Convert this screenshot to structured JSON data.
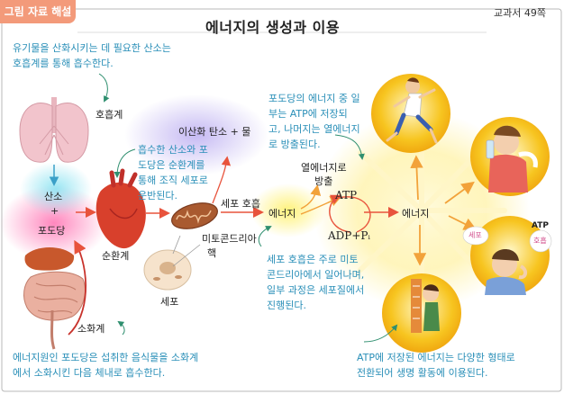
{
  "header": {
    "badge": "그림 자료 해설",
    "title": "에너지의 생성과 이용",
    "reference": "교과서 49쪽"
  },
  "notes": {
    "oxygen_note": "유기물을 산화시키는 데 필요한 산소는\n호흡계를 통해 흡수한다.",
    "circulation_note": "흡수한 산소와 포\n도당은 순환계를\n통해 조직 세포로\n운반된다.",
    "atp_note": "포도당의 에너지 중 일\n부는 ATP에 저장되\n고, 나머지는 열에너지\n로 방출된다.",
    "respiration_note": "세포 호흡은 주로 미토\n콘드리아에서 일어나며,\n일부 과정은 세포질에서\n진행된다.",
    "digestion_note": "에너지원인 포도당은 섭취한 음식물을 소화계\n에서 소화시킨 다음 체내로 흡수한다.",
    "usage_note": "ATP에 저장된 에너지는 다양한 형태로\n전환되어 생명 활동에 이용된다."
  },
  "labels": {
    "respiratory": "호흡계",
    "oxygen": "산소",
    "plus": "+",
    "glucose": "포도당",
    "circulatory": "순환계",
    "digestive": "소화계",
    "co2_water": "이산화 탄소 + 물",
    "cell_respiration": "세포 호흡",
    "mitochondria": "미토콘드리아",
    "nucleus": "핵",
    "cell": "세포",
    "energy_left": "에너지",
    "heat_release": "열에너지로\n방출",
    "atp": "ATP",
    "adp_pi": "ADP+Pᵢ",
    "energy_right": "에너지",
    "kid_atp": "ATP",
    "kid_word1": "세포",
    "kid_word2": "호흡"
  },
  "colors": {
    "badge": "#f39a7a",
    "note_text": "#2a8fb8",
    "arrow_red": "#e8533c",
    "arrow_orange": "#f2a23a",
    "arrow_blue": "#3aa0c8",
    "arrow_teal": "#4aa890",
    "glow_yellow": "#fff3a0",
    "circle_yellow": "#f7c520"
  }
}
